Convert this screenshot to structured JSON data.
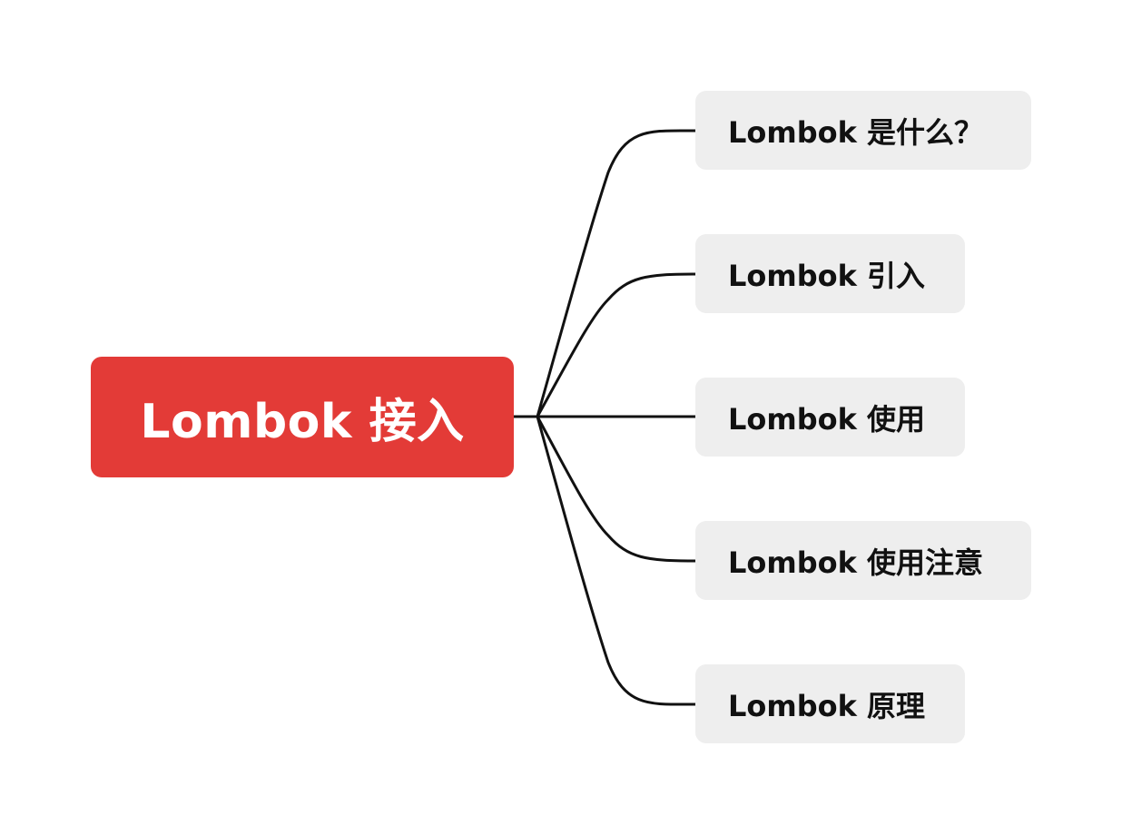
{
  "colors": {
    "root_background": "#E33B37",
    "root_text": "#FFFFFF",
    "branch_background": "#EEEEEE",
    "branch_text": "#111111",
    "connector": "#111111"
  },
  "mindmap": {
    "root": {
      "label": "Lombok 接入"
    },
    "branches": [
      {
        "label": "Lombok 是什么？"
      },
      {
        "label": "Lombok 引入"
      },
      {
        "label": "Lombok 使用"
      },
      {
        "label": "Lombok 使用注意"
      },
      {
        "label": "Lombok 原理"
      }
    ]
  }
}
